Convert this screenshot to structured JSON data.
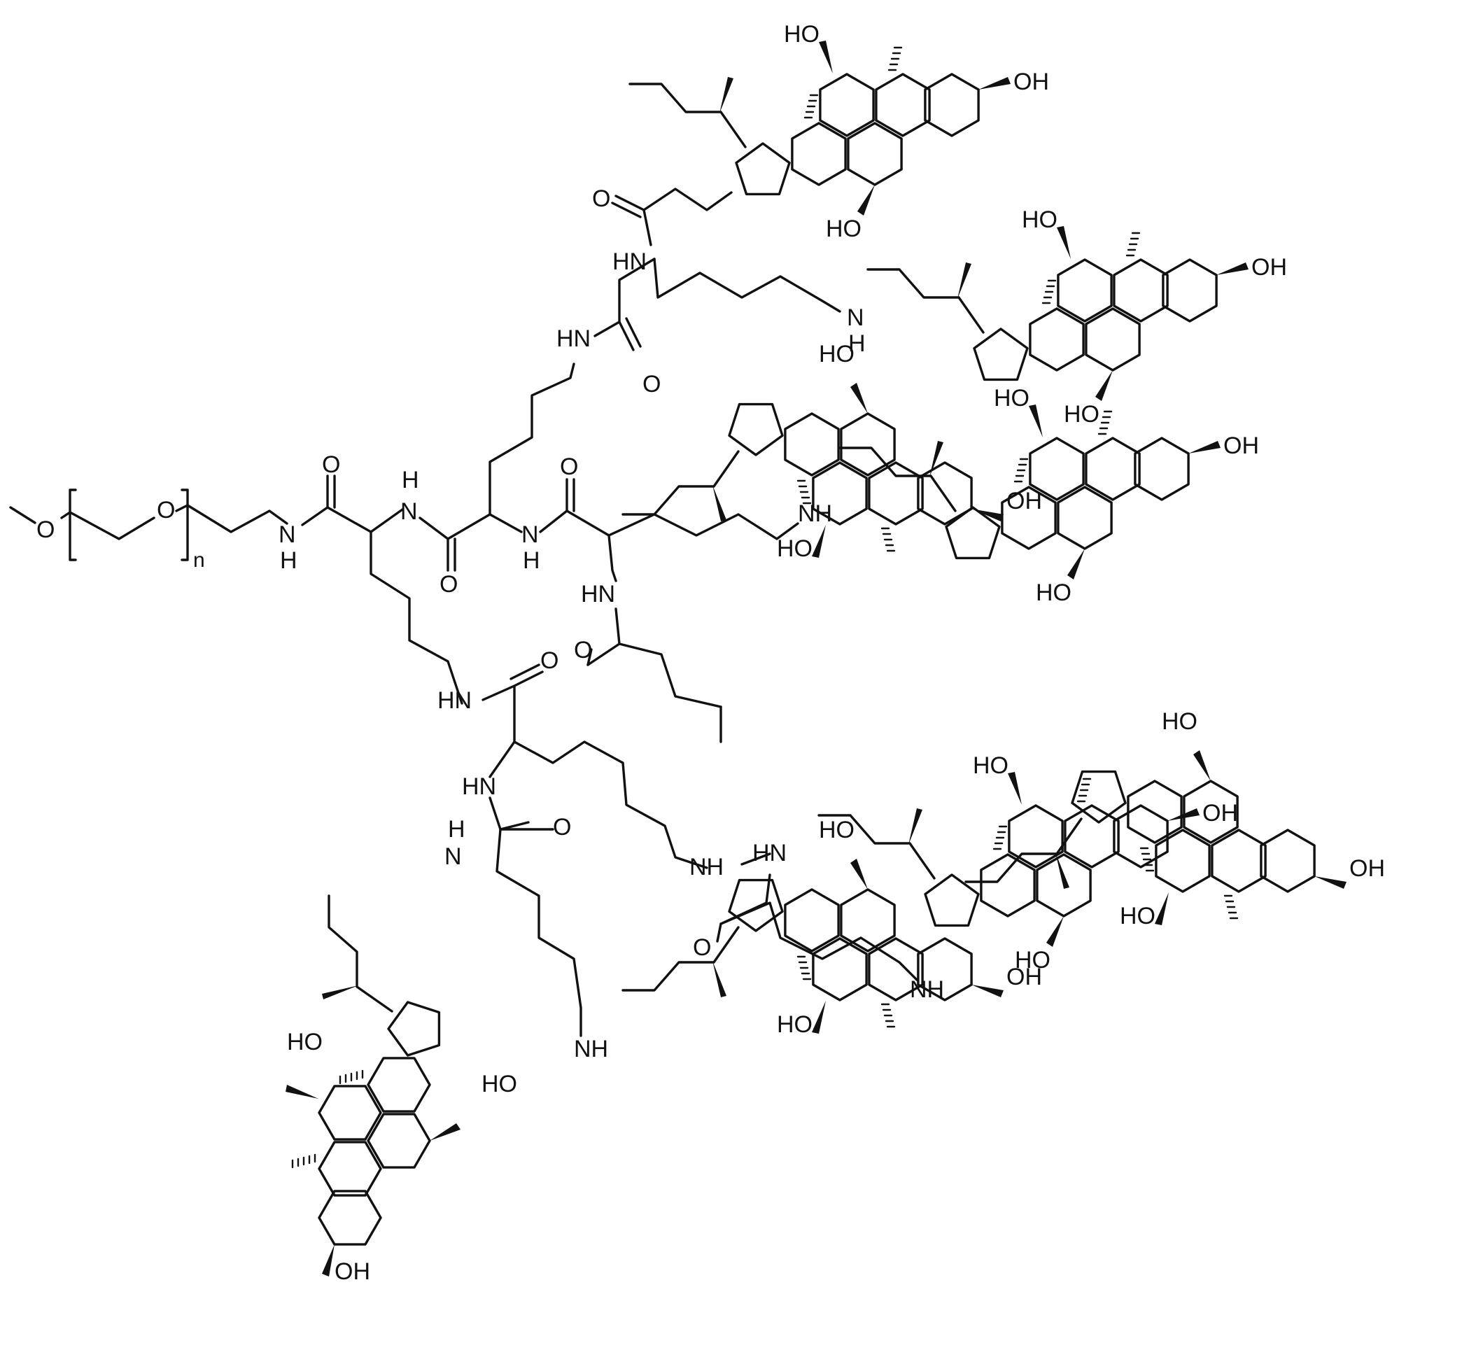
{
  "molecule": {
    "pegylated_dendron": {
      "repeat_subscript": "n",
      "atom_labels": {
        "oxygen": "O",
        "amide_nh": "NH",
        "amide_hn": "HN",
        "amine_n": "N",
        "hydrogen": "H",
        "hydroxyl_left": "HO",
        "hydroxyl_right": "OH"
      }
    },
    "bile_acid_units": [
      {
        "id": "chol-1",
        "hydroxyls": [
          "HO",
          "OH",
          "HO"
        ]
      },
      {
        "id": "chol-2",
        "hydroxyls": [
          "HO",
          "OH",
          "HO"
        ]
      },
      {
        "id": "chol-3",
        "hydroxyls": [
          "HO",
          "OH",
          "HO"
        ]
      },
      {
        "id": "chol-4",
        "hydroxyls": [
          "HO",
          "OH",
          "HO"
        ]
      },
      {
        "id": "chol-5",
        "hydroxyls": [
          "HO",
          "OH",
          "HO"
        ]
      },
      {
        "id": "chol-6",
        "hydroxyls": [
          "HO",
          "OH",
          "HO"
        ]
      },
      {
        "id": "chol-7",
        "hydroxyls": [
          "HO",
          "OH",
          "HO"
        ]
      },
      {
        "id": "chol-8",
        "hydroxyls": [
          "HO",
          "OH",
          "HO"
        ]
      }
    ]
  }
}
